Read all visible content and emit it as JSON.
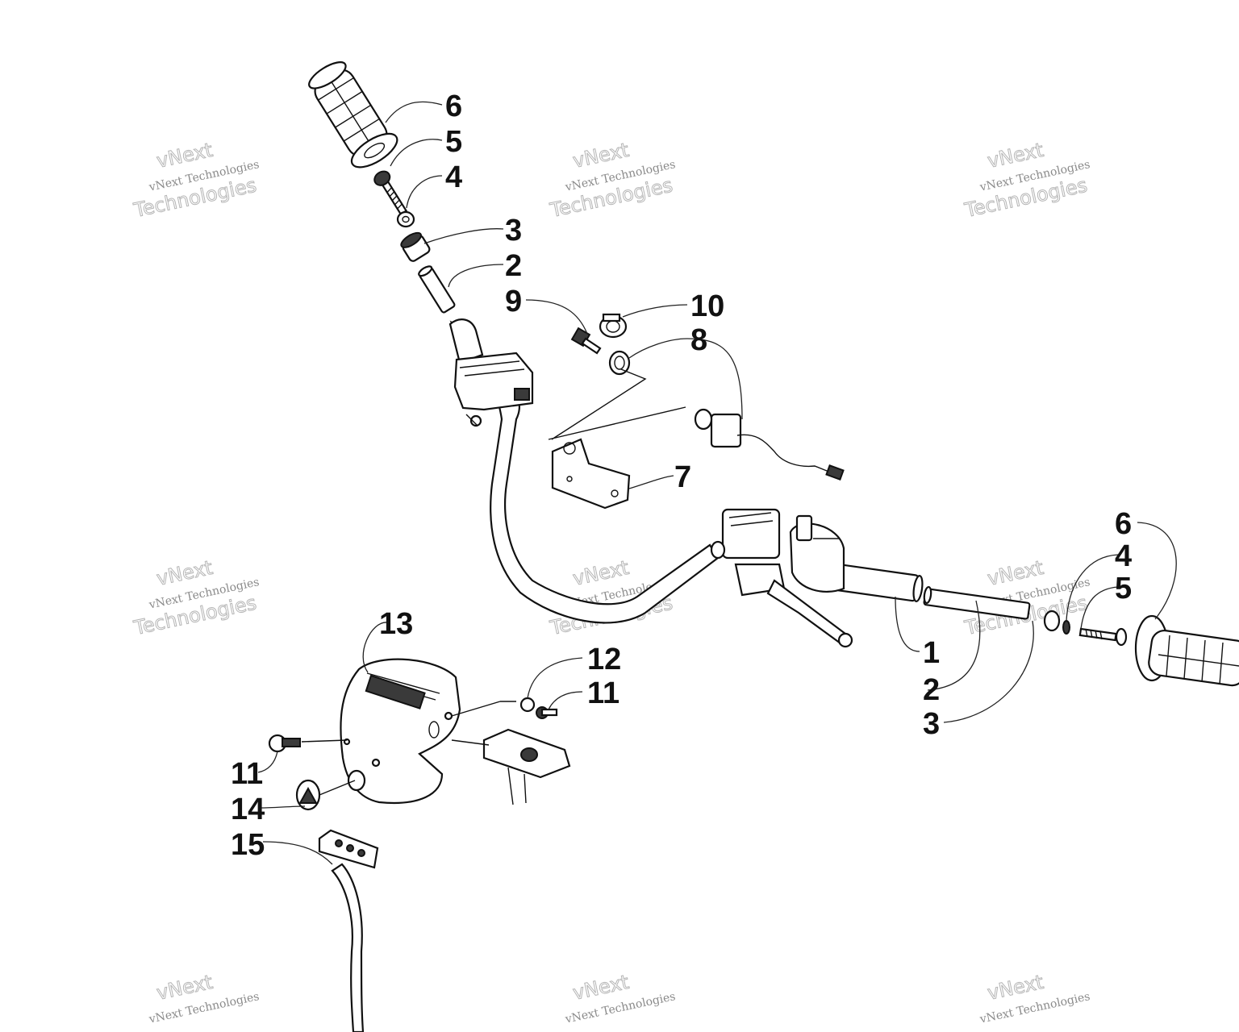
{
  "callouts": {
    "c6_top": "6",
    "c5_top": "5",
    "c4_top": "4",
    "c3_top": "3",
    "c2_top": "2",
    "c9": "9",
    "c10": "10",
    "c8": "8",
    "c7": "7",
    "c1_right": "1",
    "c2_right": "2",
    "c3_right": "3",
    "c6_right": "6",
    "c4_right": "4",
    "c5_right": "5",
    "c13": "13",
    "c12": "12",
    "c11_right": "11",
    "c11_left": "11",
    "c14": "14",
    "c15": "15"
  },
  "watermark": {
    "line_small": "vNext Technologies",
    "line_top": "vNext",
    "line_big": "Technologies"
  }
}
